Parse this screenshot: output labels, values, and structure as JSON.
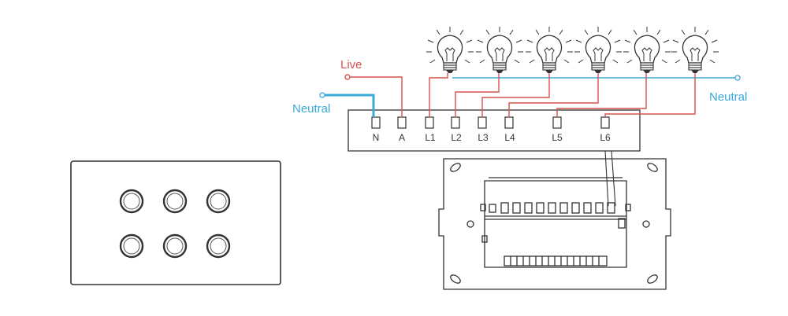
{
  "labels": {
    "live": "Live",
    "neutral_left": "Neutral",
    "neutral_right": "Neutral"
  },
  "terminals": [
    "N",
    "A",
    "L1",
    "L2",
    "L3",
    "L4",
    "L5",
    "L6"
  ],
  "colors": {
    "live": "#d9534f",
    "neutral": "#3aa9d8",
    "outline": "#333333",
    "text_live": "#d9534f",
    "text_neutral": "#3aa9d8"
  },
  "bulb_count": 6,
  "switch_buttons": 6
}
